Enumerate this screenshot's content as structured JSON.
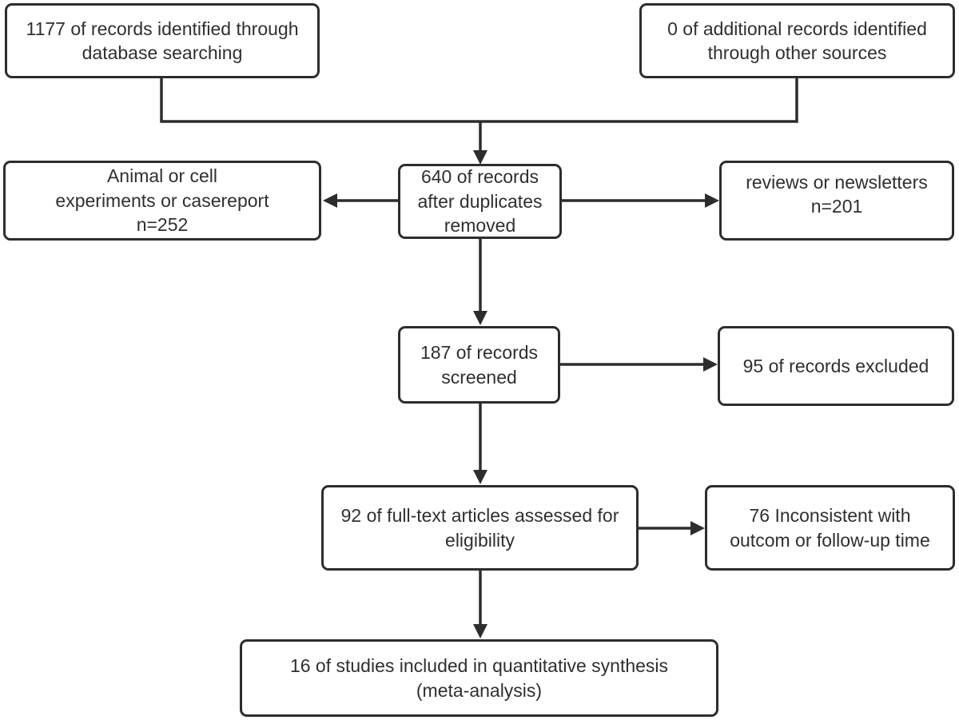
{
  "colors": {
    "line": "#2d2d2d",
    "text": "#2f2f2f",
    "box_background": "#ffffff",
    "page_background": "#ffffff"
  },
  "flowchart": {
    "nodes": {
      "records_identified_database": {
        "count": "1177",
        "text": "1177 of records identified through\ndatabase searching"
      },
      "additional_records_other_sources": {
        "count": "0",
        "text": "0 of additional records identified\nthrough other sources"
      },
      "excluded_animal_cell_casereport": {
        "count": "252",
        "text": "Animal or cell\nexperiments or casereport\nn=252"
      },
      "records_after_duplicates_removed": {
        "count": "640",
        "text": "640 of records\nafter duplicates\nremoved"
      },
      "excluded_reviews_newsletters": {
        "count": "201",
        "text": "reviews or newsletters\nn=201"
      },
      "records_screened": {
        "count": "187",
        "text": "187 of records\nscreened"
      },
      "records_excluded": {
        "count": "95",
        "text": "95 of records excluded"
      },
      "fulltext_articles_assessed": {
        "count": "92",
        "text": "92 of full-text articles assessed for\neligibility"
      },
      "excluded_inconsistent_outcome": {
        "count": "76",
        "text": "76 Inconsistent with\noutcom or follow-up time"
      },
      "studies_included_quantitative_synthesis": {
        "count": "16",
        "text": "16 of studies included in quantitative synthesis\n(meta-analysis)"
      }
    }
  }
}
